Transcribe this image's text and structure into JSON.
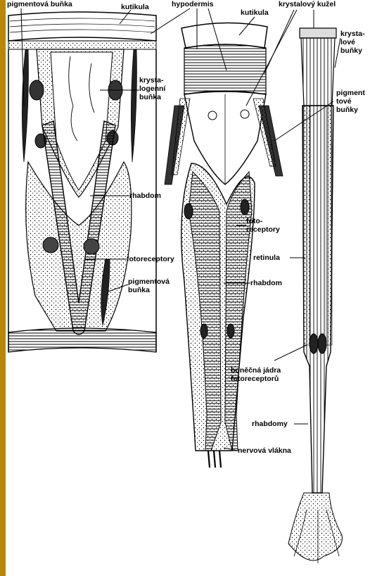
{
  "colors": {
    "border_stripe": "#b8860b",
    "ink": "#000000",
    "paper": "#ffffff"
  },
  "labels": {
    "pigmentova_bunka_top": "pigmentová buňka",
    "kutikula_left": "kutikula",
    "hypodermis": "hypodermis",
    "kutikula_mid": "kutikula",
    "krystalovy_kuzel": "krystalový kužel",
    "krystalogenni_bunka": "krysta-\nlogenní\nbuňka",
    "rhabdom_left": "rhabdom",
    "fotoreceptory_left": "fotoreceptory",
    "pigmentova_bunka_left": "pigmentová\nbuňka",
    "krystalove_bunky": "krysta-\nlové\nbuňky",
    "pigmentove_bunky": "pigment\ntové\nbuňky",
    "fotoreceptory_mid": "foto-\nreceptory",
    "rhabdom_mid": "rhabdom",
    "retinula": "retinula",
    "bunecna_jadra": "buněčná jádra\nfotoreceptorů",
    "rhabdomy": "rhabdomy",
    "nervova_vlakna": "nervová vlákna"
  }
}
